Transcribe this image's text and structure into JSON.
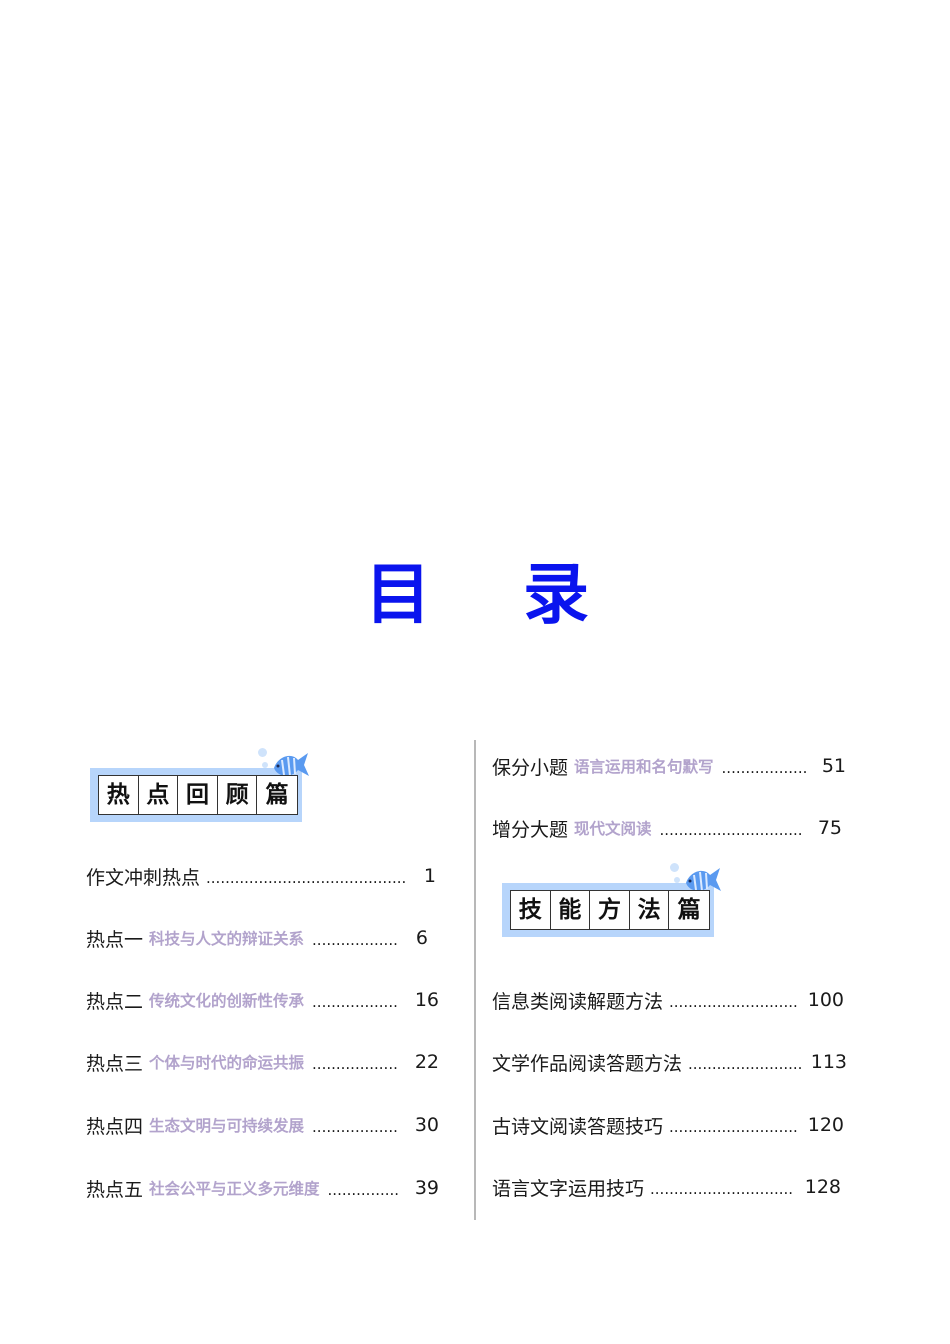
{
  "title": {
    "char1": "目",
    "char2": "录"
  },
  "sections": {
    "hot_review": {
      "chars": [
        "热",
        "点",
        "回",
        "顾",
        "篇"
      ]
    },
    "skills": {
      "chars": [
        "技",
        "能",
        "方",
        "法",
        "篇"
      ]
    }
  },
  "colors": {
    "title": "#0a14ee",
    "subtitle": "#b2a3cc",
    "badge_bg": "#b7d5fb",
    "fish": "#5a9af0",
    "divider": "#b8b8b8"
  },
  "left_entries": [
    {
      "prefix": "作文冲刺热点",
      "subtitle": "",
      "dots": "..........................................",
      "page": "1"
    },
    {
      "prefix": "热点一",
      "subtitle": "科技与人文的辩证关系",
      "dots": "..................",
      "page": "6"
    },
    {
      "prefix": "热点二",
      "subtitle": "传统文化的创新性传承",
      "dots": "..................",
      "page": "16"
    },
    {
      "prefix": "热点三",
      "subtitle": "个体与时代的命运共振",
      "dots": "..................",
      "page": "22"
    },
    {
      "prefix": "热点四",
      "subtitle": "生态文明与可持续发展",
      "dots": "..................",
      "page": "30"
    },
    {
      "prefix": "热点五",
      "subtitle": "社会公平与正义多元维度",
      "dots": "...............",
      "page": "39"
    }
  ],
  "right_entries": [
    {
      "prefix": "保分小题",
      "subtitle": "语言运用和名句默写",
      "dots": "..................",
      "page": "51"
    },
    {
      "prefix": "增分大题",
      "subtitle": "现代文阅读",
      "dots": "..............................",
      "page": "75"
    },
    {
      "prefix": "信息类阅读解题方法",
      "subtitle": "",
      "dots": "...........................",
      "page": "100"
    },
    {
      "prefix": "文学作品阅读答题方法",
      "subtitle": "",
      "dots": "........................",
      "page": "113"
    },
    {
      "prefix": "古诗文阅读答题技巧",
      "subtitle": "",
      "dots": "...........................",
      "page": "120"
    },
    {
      "prefix": "语言文字运用技巧",
      "subtitle": "",
      "dots": "..............................",
      "page": "128"
    }
  ]
}
